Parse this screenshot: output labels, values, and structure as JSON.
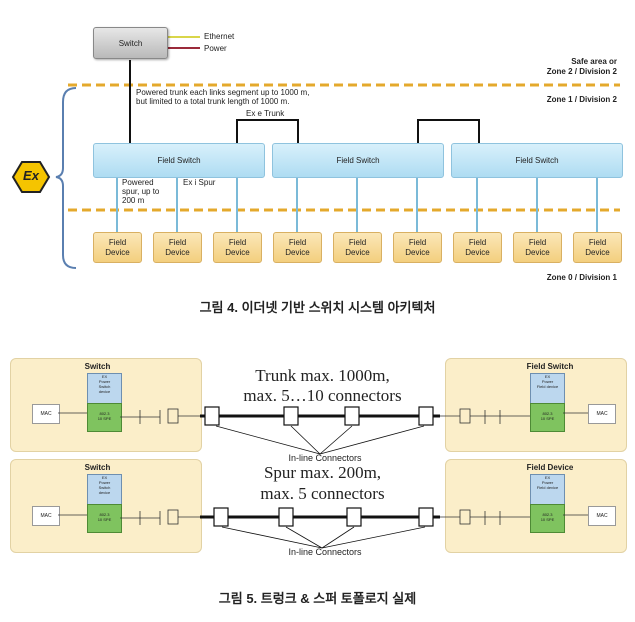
{
  "fig4": {
    "switch_label": "Switch",
    "legend": {
      "ethernet": "Ethernet",
      "power": "Power"
    },
    "zones": {
      "safe_area_line1": "Safe area or",
      "safe_area_line2": "Zone 2 / Division 2",
      "zone1": "Zone 1 / Division 2",
      "zone0": "Zone 0 / Division 1"
    },
    "trunk_note_line1": "Powered trunk each links segment up to 1000 m,",
    "trunk_note_line2": "but limited to a total trunk length of 1000 m.",
    "ex_e_trunk": "Ex e Trunk",
    "field_switch_label": "Field Switch",
    "spur_note_line1": "Powered",
    "spur_note_line2": "spur, up to",
    "spur_note_line3": "200 m",
    "ex_i_spur": "Ex i Spur",
    "field_device_line1": "Field",
    "field_device_line2": "Device",
    "ex_symbol": "Ex",
    "caption": "그림 4. 이더넷 기반 스위치 시스템 아키텍처"
  },
  "fig5": {
    "row1": {
      "left_title": "Switch",
      "right_title": "Field Switch",
      "line1": "Trunk max. 1000m,",
      "line2": "max. 5…10 connectors",
      "inline_label": "In-line Connectors"
    },
    "row2": {
      "left_title": "Switch",
      "right_title": "Field Device",
      "line1": "Spur max. 200m,",
      "line2": "max. 5 connectors",
      "inline_label": "In-line Connectors"
    },
    "mac": "MAC",
    "ex_box_left": [
      "EX",
      "Power",
      "Switch",
      "device"
    ],
    "ex_box_right": [
      "EX",
      "Power",
      "Field device"
    ],
    "spe_box": [
      "802.3",
      "10 SPE"
    ],
    "caption": "그림 5. 트렁크 & 스퍼 토폴로지 실제"
  },
  "colors": {
    "ethernet": "#d9d64a",
    "power": "#9b2a3a",
    "zone_line": "#e4a92c",
    "bracket": "#5a7fb0",
    "spur_line": "#7bbad8",
    "ex_yellow": "#f5c400"
  }
}
